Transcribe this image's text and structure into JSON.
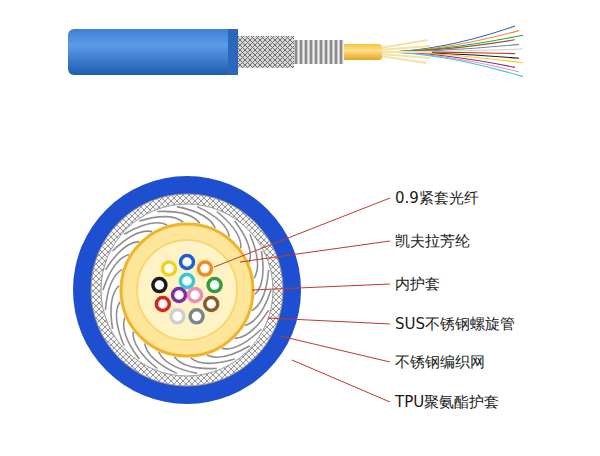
{
  "diagram": {
    "labels": [
      "0.9紧套光纤",
      "凯夫拉芳纶",
      "内护套",
      "SUS不锈钢螺旋管",
      "不锈钢编织网",
      "TPU聚氨酯护套"
    ]
  }
}
